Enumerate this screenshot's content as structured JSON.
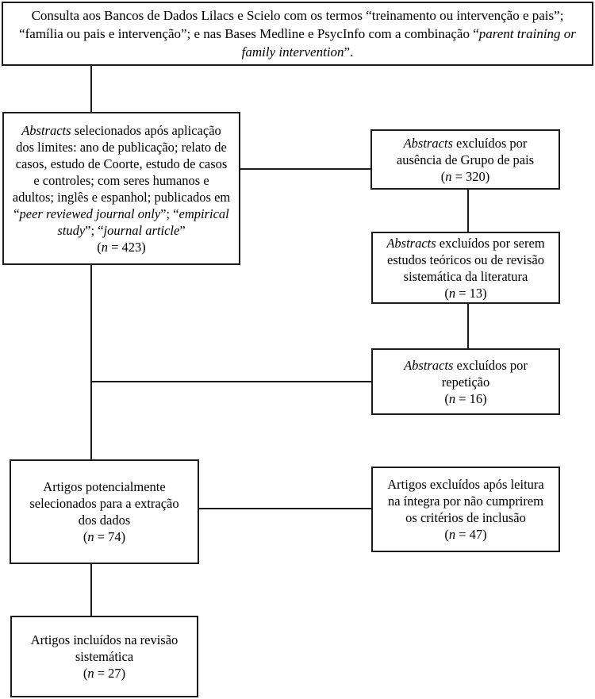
{
  "diagram": {
    "type": "flowchart",
    "language": "pt-BR",
    "line_color": "#1c1c1c",
    "background_color": "#ffffff",
    "boxes": {
      "source": {
        "n": null,
        "segments": [
          {
            "t": "Consulta aos Bancos de Dados Lilacs e Scielo com os termos “treinamento ou intervenção e pais”; “família ou pais e intervenção”; e nas Bases Medline e PsycInfo com a combinação “"
          },
          {
            "t": "parent training or family intervention",
            "i": true
          },
          {
            "t": "”."
          }
        ]
      },
      "abstracts_selected": {
        "n": 423,
        "segments": [
          {
            "t": "Abstracts",
            "i": true
          },
          {
            "t": " selecionados após aplicação dos limites: ano de publicação; relato de casos, estudo de Coorte, estudo de casos e controles; com seres humanos e adultos; inglês e espanhol; publicados em “"
          },
          {
            "t": "peer reviewed journal only",
            "i": true
          },
          {
            "t": "”; “"
          },
          {
            "t": "empirical study",
            "i": true
          },
          {
            "t": "”; “"
          },
          {
            "t": "journal article",
            "i": true
          },
          {
            "t": "”"
          },
          {
            "br": true
          },
          {
            "t": "("
          },
          {
            "t": "n",
            "i": true
          },
          {
            "t": " = 423)"
          }
        ]
      },
      "excluded_no_parent_group": {
        "n": 320,
        "segments": [
          {
            "t": "Abstracts",
            "i": true
          },
          {
            "t": " excluídos por ausência de Grupo de pais"
          },
          {
            "br": true
          },
          {
            "t": "("
          },
          {
            "t": "n",
            "i": true
          },
          {
            "t": " = 320)"
          }
        ]
      },
      "excluded_theoretical": {
        "n": 13,
        "segments": [
          {
            "t": "Abstracts",
            "i": true
          },
          {
            "t": " excluídos por serem estudos teóricos ou de revisão sistemática da literatura"
          },
          {
            "br": true
          },
          {
            "t": "("
          },
          {
            "t": "n",
            "i": true
          },
          {
            "t": " = 13)"
          }
        ]
      },
      "excluded_repetition": {
        "n": 16,
        "segments": [
          {
            "t": "Abstracts",
            "i": true
          },
          {
            "t": " excluídos por repetição"
          },
          {
            "br": true
          },
          {
            "t": "("
          },
          {
            "t": "n",
            "i": true
          },
          {
            "t": " = 16)"
          }
        ]
      },
      "potential_articles": {
        "n": 74,
        "segments": [
          {
            "t": "Artigos potencialmente selecionados para a extração dos dados"
          },
          {
            "br": true
          },
          {
            "t": "("
          },
          {
            "t": "n",
            "i": true
          },
          {
            "t": " = 74)"
          }
        ]
      },
      "excluded_full_text": {
        "n": 47,
        "segments": [
          {
            "t": "Artigos excluídos após leitura na íntegra por não cumprirem os critérios de inclusão"
          },
          {
            "br": true
          },
          {
            "t": "("
          },
          {
            "t": "n",
            "i": true
          },
          {
            "t": " = 47)"
          }
        ]
      },
      "included_articles": {
        "n": 27,
        "segments": [
          {
            "t": "Artigos incluídos na revisão sistemática"
          },
          {
            "br": true
          },
          {
            "t": "("
          },
          {
            "t": "n",
            "i": true
          },
          {
            "t": " = 27)"
          }
        ]
      }
    }
  }
}
